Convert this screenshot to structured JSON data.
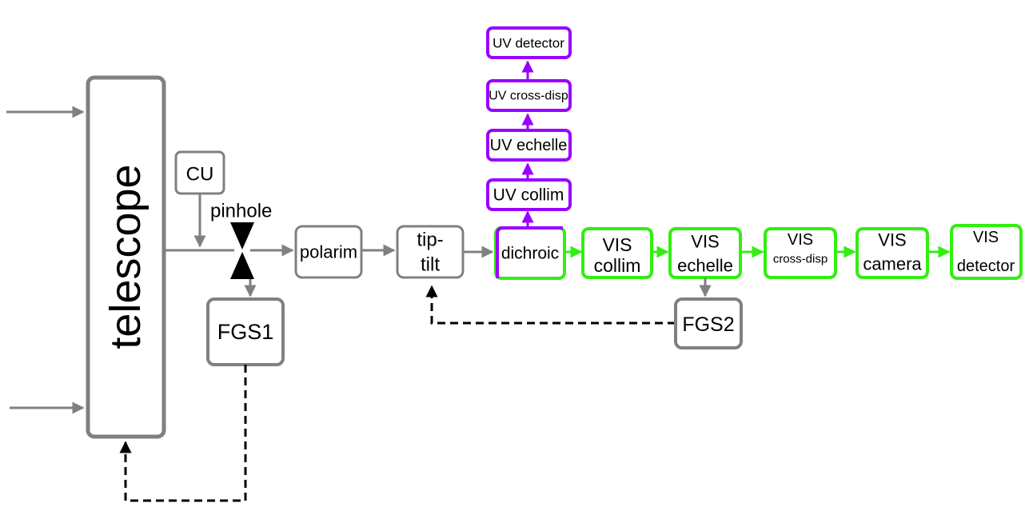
{
  "colors": {
    "gray": "#808080",
    "black": "#000000",
    "purple": "#9900ff",
    "green": "#33ee11"
  },
  "labels": {
    "telescope": "telescope",
    "cu": "CU",
    "pinhole": "pinhole",
    "fgs1": "FGS1",
    "polarim": "polarim",
    "tiptilt_line1": "tip-",
    "tiptilt_line2": "tilt",
    "dichroic": "dichroic",
    "fgs2": "FGS2",
    "uv_collim": "UV collim",
    "uv_echelle": "UV echelle",
    "uv_crossdisp": "UV cross-disp",
    "uv_detector": "UV detector",
    "vis_collim_1": "VIS",
    "vis_collim_2": "collim",
    "vis_echelle_1": "VIS",
    "vis_echelle_2": "echelle",
    "vis_crossdisp_1": "VIS",
    "vis_crossdisp_2": "cross-disp",
    "vis_camera_1": "VIS",
    "vis_camera_2": "camera",
    "vis_detector_1": "VIS",
    "vis_detector_2": "detector"
  }
}
